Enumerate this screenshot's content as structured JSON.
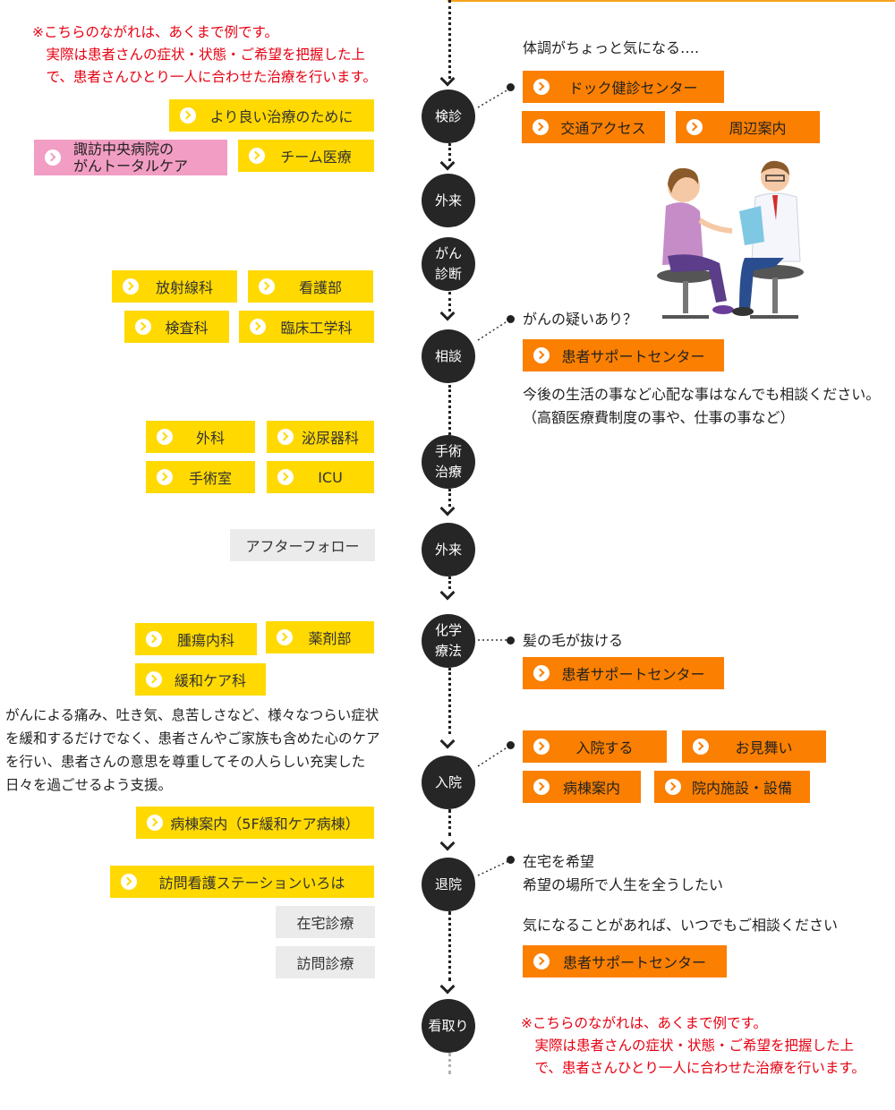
{
  "nodes": {
    "kenshin": "検診",
    "gairai1": "外来",
    "gan_shindan": "がん\n診断",
    "soudan": "相談",
    "shujutsu": "手術\n治療",
    "gairai2": "外来",
    "kagaku": "化学\n療法",
    "nyuin": "入院",
    "taiin": "退院",
    "mitori": "看取り"
  },
  "notes": {
    "top_red": "※こちらのながれは、あくまで例です。\n　実際は患者さんの症状・状態・ご希望を把握した上\n　で、患者さんひとり一人に合わせた治療を行います。",
    "kenshin_text": "体調がちょっと気になる….",
    "soudan_text": "がんの疑いあり？",
    "soudan_desc": "今後の生活の事など心配な事はなんでも相談ください。\n（高額医療費制度の事や、仕事の事など）",
    "kagaku_text": "髪の毛が抜ける",
    "kanwa_desc": "がんによる痛み、吐き気、息苦しさなど、様々なつらい症状\nを緩和するだけでなく、患者さんやご家族も含めた心のケア\nを行い、患者さんの意思を尊重してその人らしい充実した\n日々を過ごせるよう支援。",
    "taiin_text": "在宅を希望\n希望の場所で人生を全うしたい",
    "taiin_text2": "気になることがあれば、いつでもご相談ください",
    "bottom_red": "※こちらのながれは、あくまで例です。\n　実際は患者さんの症状・状態・ご希望を把握した上\n　で、患者さんひとり一人に合わせた治療を行います。"
  },
  "buttons": {
    "yoriyoi": "より良い治療のために",
    "suwa_care": "諏訪中央病院の\nがんトータルケア",
    "team": "チーム医療",
    "dock": "ドック健診センター",
    "kotsu": "交通アクセス",
    "shuhen": "周辺案内",
    "hoshasen": "放射線科",
    "kango": "看護部",
    "kensa": "検査科",
    "rinsho": "臨床工学科",
    "support1": "患者サポートセンター",
    "geka": "外科",
    "hinyoki": "泌尿器科",
    "shujutsushitsu": "手術室",
    "icu": "ICU",
    "after": "アフターフォロー",
    "shuyo": "腫瘍内科",
    "yakuzai": "薬剤部",
    "kanwa": "緩和ケア科",
    "support2": "患者サポートセンター",
    "nyuin_suru": "入院する",
    "omimai": "お見舞い",
    "byoto": "病棟案内",
    "innai": "院内施設・設備",
    "byoto5f": "病棟案内（5F緩和ケア病棟）",
    "homon_st": "訪問看護ステーションいろは",
    "zaitaku": "在宅診療",
    "homon_shinryo": "訪問診療",
    "support3": "患者サポートセンター"
  },
  "illustration": "doctor-consultation-illustration",
  "colors": {
    "yellow": "#ffd900",
    "orange": "#fb7f00",
    "pink": "#f29dc3",
    "gray": "#ebebeb",
    "red": "#e60012",
    "node": "#262626"
  }
}
